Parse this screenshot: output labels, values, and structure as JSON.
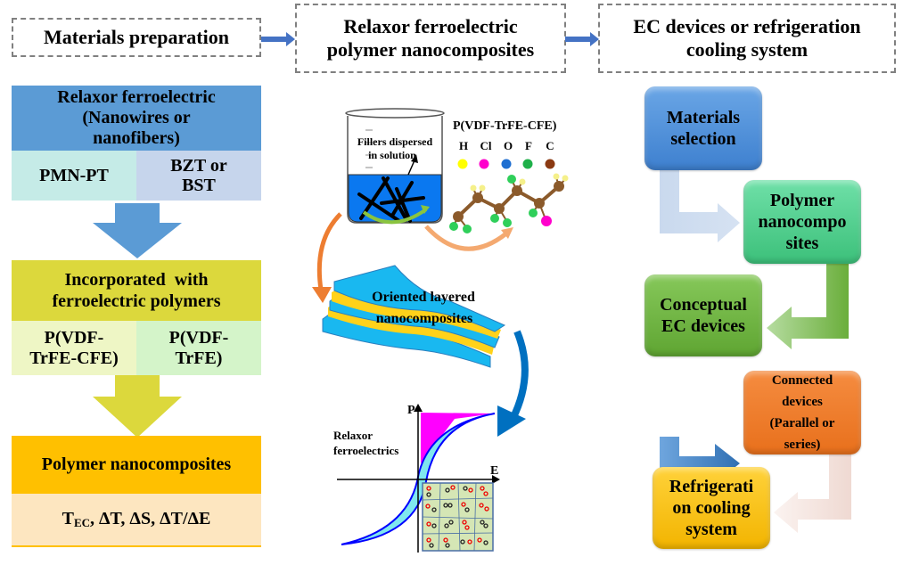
{
  "header": {
    "step1": "Materials preparation",
    "step2_line1": "Relaxor ferroelectric",
    "step2_line2": "polymer nanocomposites",
    "step3_line1": "EC devices or refrigeration",
    "step3_line2": "cooling system"
  },
  "left_column": {
    "relaxor_box": {
      "line1": "Relaxor ferroelectric",
      "line2": "(Nanowires or",
      "line3": "nanofibers)",
      "color": "#5b9bd5"
    },
    "relaxor_options": [
      {
        "label": "PMN-PT",
        "color": "#c5ebe7"
      },
      {
        "line1": "BZT or",
        "line2": "BST",
        "color": "#c6d5ec"
      }
    ],
    "polymer_box": {
      "line1": "Incorporated  with",
      "line2": "ferroelectric polymers",
      "color": "#dcd83c"
    },
    "polymer_options": [
      {
        "line1": "P(VDF-",
        "line2": "TrFE-CFE)",
        "color": "#eef6c5"
      },
      {
        "line1": "P(VDF-",
        "line2": "TrFE)",
        "color": "#d4f4c9"
      }
    ],
    "nanocomposite_box": {
      "label": "Polymer nanocomposites",
      "color": "#ffc000"
    },
    "metrics": {
      "t_main": "T",
      "t_sub": "EC",
      "rest": ", ΔT, ΔS, ΔT/ΔE",
      "color": "#fde6c0"
    }
  },
  "middle_column": {
    "beaker_label_line1": "Fillers dispersed",
    "beaker_label_line2": "in solution",
    "polymer_name": "P(VDF-TrFE-CFE)",
    "atom_legend": [
      {
        "symbol": "H",
        "color": "#ffff00"
      },
      {
        "symbol": "Cl",
        "color": "#ff00cc"
      },
      {
        "symbol": "O",
        "color": "#1f6fd1"
      },
      {
        "symbol": "F",
        "color": "#1fb04a"
      },
      {
        "symbol": "C",
        "color": "#8b3a12"
      }
    ],
    "layered_label_line1": "Oriented layered",
    "layered_label_line2": "nanocomposites",
    "hysteresis": {
      "y_axis": "P",
      "x_axis": "E",
      "label_line1": "Relaxor",
      "label_line2": "ferroelectrics"
    }
  },
  "right_column": {
    "steps": [
      {
        "line1": "Materials",
        "line2": "selection",
        "color": "#4f8fd8"
      },
      {
        "line1": "Polymer",
        "line2": "nanocompo",
        "line3": "sites",
        "color": "#44cc88"
      },
      {
        "line1": "Conceptual",
        "line2": "EC devices",
        "color": "#6cb33f"
      },
      {
        "line1": "Connected",
        "line2": "devices",
        "line3": "(Parallel or",
        "line4": "series)",
        "color": "#f07a22"
      },
      {
        "line1": "Refrigerati",
        "line2": "on cooling",
        "line3": "system",
        "color": "#ffc000"
      }
    ]
  }
}
